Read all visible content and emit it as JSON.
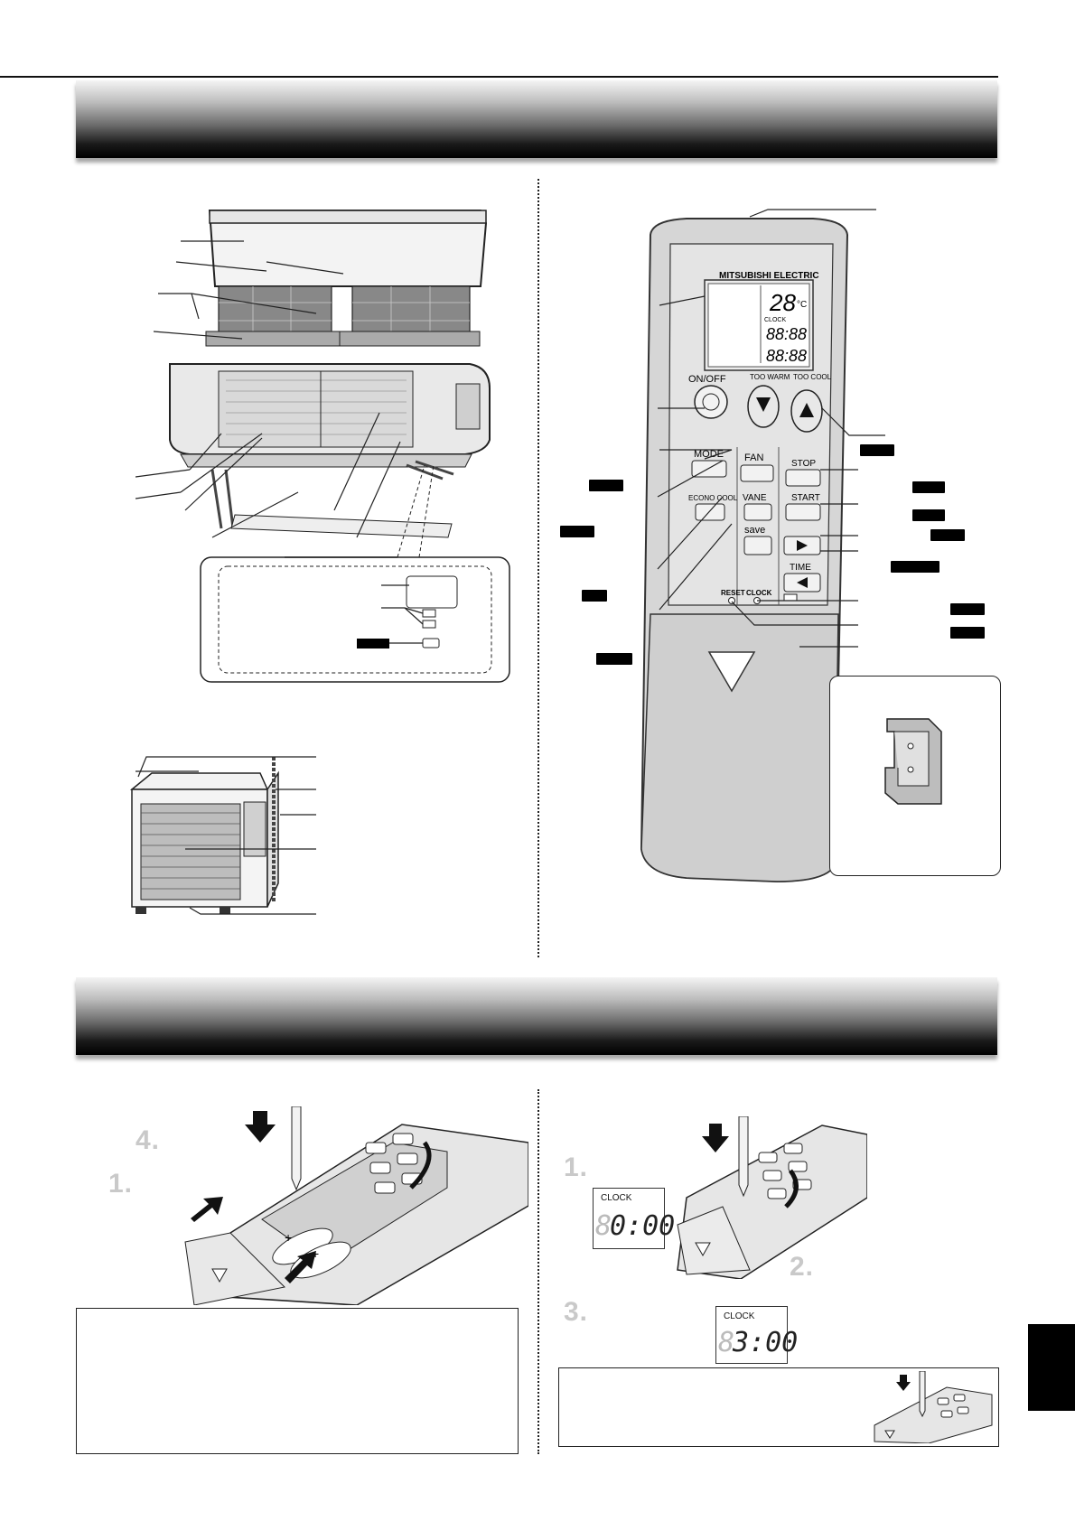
{
  "remote": {
    "brand": "MITSUBISHI ELECTRIC",
    "temp_display": "28",
    "temp_unit": "°C",
    "clock_label": "CLOCK",
    "clock_digits": "88:88",
    "timer_digits": "88:88",
    "on_off_label": "ON/OFF",
    "too_warm_label": "TOO WARM",
    "too_cool_label": "TOO COOL",
    "mode_label": "MODE",
    "fan_label": "FAN",
    "stop_label": "STOP",
    "start_label": "START",
    "econo_cool_label": "ECONO COOL",
    "vane_label": "VANE",
    "save_label": "save",
    "time_label": "TIME",
    "reset_label": "RESET",
    "clock_button_label": "CLOCK"
  },
  "battery_steps": {
    "s1": "1.",
    "s2": "2.",
    "s3": "3.",
    "s4": "4."
  },
  "clock_steps": {
    "s1": "1.",
    "s2": "2.",
    "s3": "3.",
    "lcd1_label": "CLOCK",
    "lcd1_digits": "0:00",
    "lcd1_faint": "8",
    "lcd2_label": "CLOCK",
    "lcd2_digits": "3:00",
    "lcd2_faint": "8"
  },
  "colors": {
    "banner_dark": "#000000",
    "remote_body": "#d6d6d6",
    "step_gray": "#c9c9c9"
  }
}
